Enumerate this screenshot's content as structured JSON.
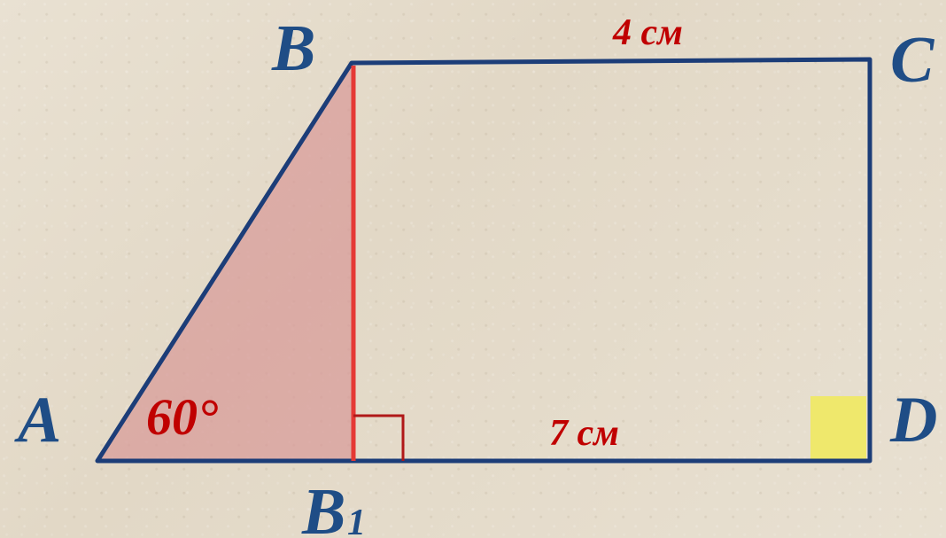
{
  "diagram": {
    "vertices": {
      "A": "A",
      "B": "B",
      "C": "C",
      "D": "D",
      "B1_letter": "B",
      "B1_sub": "1"
    },
    "measurements": {
      "top_side": "4 см",
      "bottom_segment": "7 см",
      "angle_A": "60°"
    },
    "colors": {
      "outline": "#1c3d78",
      "height": "#e53935",
      "triangle_fill": "#d89a98",
      "right_angle_mark": "#b01818",
      "corner_highlight": "#efe86c",
      "label_vertex": "#1f4d86",
      "label_measure": "#c00000"
    }
  }
}
